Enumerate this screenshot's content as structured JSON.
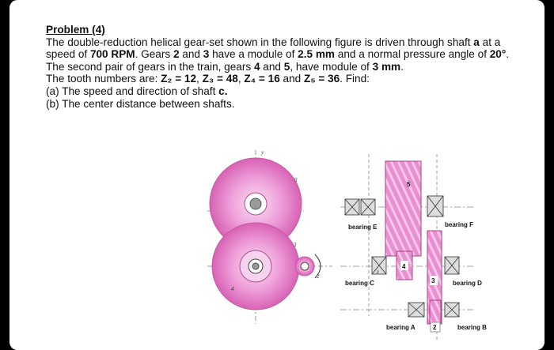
{
  "problem": {
    "title": "Problem (4)",
    "p1_a": "The double-reduction helical gear-set shown in the following figure is driven through shaft ",
    "shaft_a": "a",
    "p1_b": " at a speed of ",
    "speed": "700 RPM",
    "p1_c": ". Gears ",
    "g2": "2",
    "p1_d": " and ",
    "g3": "3",
    "p1_e": " have a module of ",
    "module1": "2.5 mm",
    "p1_f": " and a normal pressure angle of ",
    "angle": "20°",
    "p1_g": ". The second pair of gears in the train, gears ",
    "g4": "4",
    "p1_h": " and ",
    "g5": "5",
    "p1_i": ", have module of ",
    "module2": "3 mm",
    "p1_j": ".",
    "p2_a": "The tooth numbers are: ",
    "z2": "Z₂ = 12",
    "z3": "Z₃ = 48",
    "z4": "Z₄ = 16",
    "p2_and": " and ",
    "z5": "Z₅ = 36",
    "p2_b": ". Find:",
    "qa_a": "(a) The speed and direction of shaft ",
    "qa_c": "c.",
    "qb": "(b) The center distance between shafts."
  },
  "figure": {
    "labels": {
      "bearing_e": "bearing E",
      "bearing_f": "bearing F",
      "bearing_c": "bearing C",
      "bearing_d": "bearing D",
      "bearing_a": "bearing A",
      "bearing_b": "bearing B",
      "gear2": "2",
      "gear3": "3",
      "gear4": "4",
      "gear5": "5",
      "y_axis": "y",
      "side_5": "5",
      "side_3": "3",
      "side_4": "4",
      "side_2": "2",
      "z_small": "z"
    },
    "colors": {
      "gear_fill": "#e9a3d6",
      "gear_dark": "#c2579f",
      "gear_light": "#f6d3ec"
    }
  }
}
